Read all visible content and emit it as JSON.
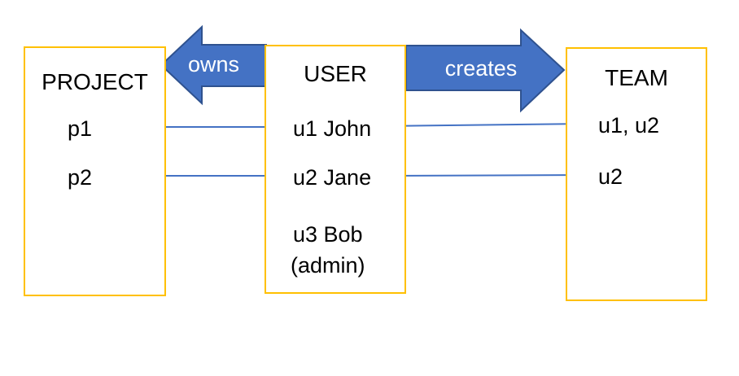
{
  "diagram": {
    "kind": "entity-relation-sketch",
    "colors": {
      "background": "#FFFFFF",
      "entity_border": "#FFC000",
      "block_arrow_fill": "#4472C4",
      "block_arrow_border": "#2F528F",
      "block_arrow_text": "#FFFFFF",
      "connector": "#4472C4",
      "text": "#000000"
    },
    "entities": {
      "project": {
        "title": "PROJECT",
        "rows": [
          "p1",
          "p2"
        ]
      },
      "user": {
        "title": "USER",
        "rows": [
          "u1 John",
          "u2 Jane",
          "u3 Bob",
          "(admin)"
        ]
      },
      "team": {
        "title": "TEAM",
        "rows": [
          "u1, u2",
          "u2"
        ]
      }
    },
    "relations": {
      "owns": {
        "label": "owns",
        "from": "USER",
        "to": "PROJECT",
        "direction": "left"
      },
      "creates": {
        "label": "creates",
        "from": "USER",
        "to": "TEAM",
        "direction": "right"
      }
    },
    "connections": [
      {
        "from": "u1 John",
        "to": "p1",
        "relation": "owns"
      },
      {
        "from": "u2 Jane",
        "to": "p2",
        "relation": "owns"
      },
      {
        "from": "u1 John",
        "to": "u1, u2",
        "relation": "creates"
      },
      {
        "from": "u2 Jane",
        "to": "u2",
        "relation": "creates"
      }
    ]
  }
}
